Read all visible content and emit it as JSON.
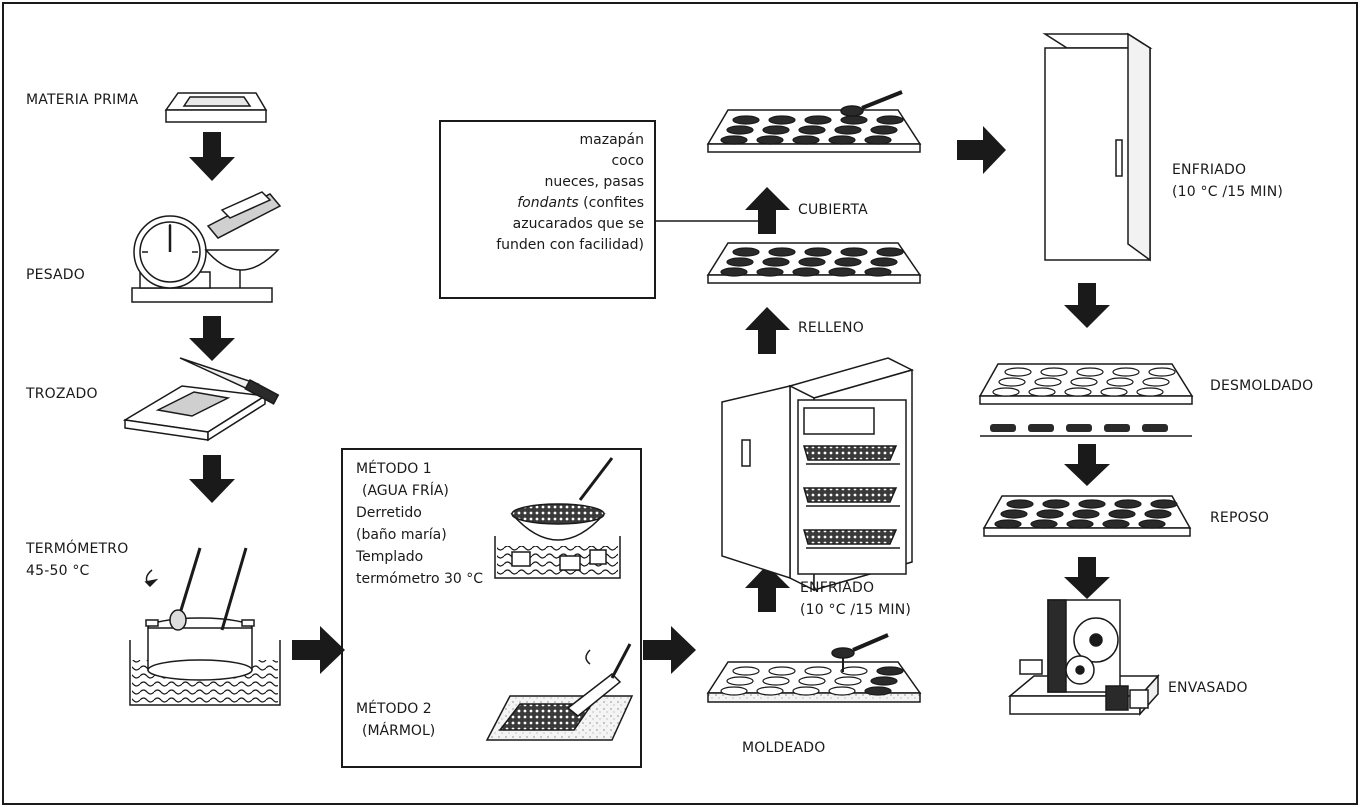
{
  "steps": {
    "materia_prima": "MATERIA PRIMA",
    "pesado": "PESADO",
    "trozado": "TROZADO",
    "termometro_1": "TERMÓMETRO",
    "termometro_2": "45-50 °C",
    "cubierta": "CUBIERTA",
    "relleno": "RELLENO",
    "enfriado_moldeado_1": "ENFRIADO",
    "enfriado_moldeado_2": "(10 °C /15 MIN)",
    "moldeado": "MOLDEADO",
    "enfriado_final_1": "ENFRIADO",
    "enfriado_final_2": "(10 °C /15 MIN)",
    "desmoldado": "DESMOLDADO",
    "reposo": "REPOSO",
    "envasado": "ENVASADO"
  },
  "fillings_box": {
    "line1": "mazapán",
    "line2": "coco",
    "line3": "nueces, pasas",
    "line4_italic": "fondants",
    "line4_rest": " (confites",
    "line5": "azucarados que se",
    "line6": "funden con facilidad)"
  },
  "methods_box": {
    "m1_title": "MÉTODO 1",
    "m1_sub": "(AGUA FRÍA)",
    "m1_l1": "Derretido",
    "m1_l2": "(baño maría)",
    "m1_l3": "Templado",
    "m1_l4": "termómetro 30 °C",
    "m2_title": "MÉTODO 2",
    "m2_sub": "(MÁRMOL)"
  },
  "icons": [
    "chocolate-bar-icon",
    "scale-icon",
    "knife-cutting-board-icon",
    "pot-bain-marie-icon",
    "ice-bowl-icon",
    "marble-slab-icon",
    "mold-tray-icon",
    "refrigerator-open-icon",
    "refrigerator-closed-icon",
    "gift-box-icon"
  ]
}
